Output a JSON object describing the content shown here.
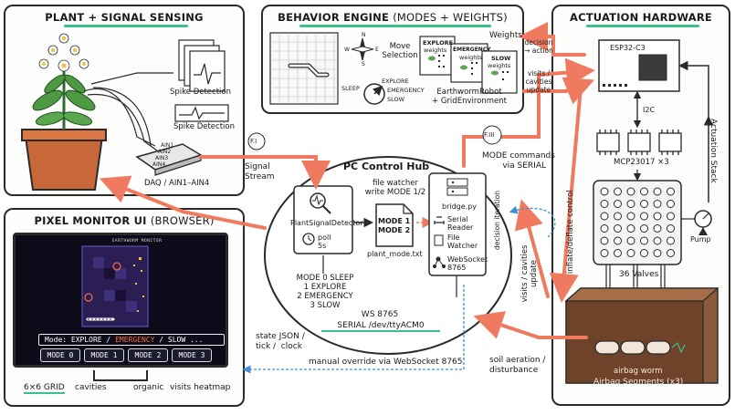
{
  "panels": {
    "plant": {
      "title": "PLANT + SIGNAL SENSING"
    },
    "behavior": {
      "title_bold": "BEHAVIOR ENGINE",
      "title_light": "(MODES + WEIGHTS)"
    },
    "actuation": {
      "title": "ACTUATION HARDWARE"
    },
    "monitor": {
      "title_bold": "PIXEL MONITOR UI",
      "title_light": "(BROWSER)"
    },
    "hub": {
      "title": "PC Control Hub"
    }
  },
  "plant": {
    "spike1": "Spike Detection",
    "spike2": "Spike Detection",
    "ain": [
      "AIN1",
      "AIN2",
      "AIN3",
      "AIN4"
    ],
    "daq": "DAQ / AIN1–AIN4"
  },
  "behavior": {
    "compass": {
      "n": "N",
      "w": "W",
      "e": "E",
      "s": "S"
    },
    "move_selection": "Move\nSelection",
    "weights": "Weights",
    "explore": "EXPLORE",
    "emergency": "EMERGENCY",
    "slow": "SLOW",
    "weights_small": "weights",
    "dial": {
      "sleep": "SLEEP",
      "explore": "EXPLORE",
      "emergency": "EMERGENCY",
      "slow": "SLOW"
    },
    "robot": "EarthwormRobot\n+ GridEnvironment"
  },
  "flows": {
    "decision_action": "decision\n→ action",
    "visits_update": "visits /\ncavities\nupdate",
    "signal_stream": "Signal\nStream",
    "fi": "F.I",
    "fiii": "F.III",
    "mode_commands": "MODE commands\nvia SERIAL",
    "decision_iteration": "decision iteration",
    "inflate_deflate": "inflate/deflate control",
    "visits_update_right": "visits / cavities\nupdate",
    "soil": "soil aeration /\ndisturbance",
    "state_json": "state JSON /\ntick /  clock",
    "manual_override": "manual override via WebSocket 8765",
    "actuation_stack": "Actuation Stack"
  },
  "hub": {
    "detector": "PlantSignalDetector",
    "poll": "poll\n5s",
    "file_watcher": "file watcher\nwrite MODE 1/2",
    "mode1": "MODE 1",
    "mode2": "MODE 2",
    "plant_mode": "plant_mode.txt",
    "bridge": "bridge.py",
    "serial_reader": "Serial\nReader",
    "file_watcher2": "File\nWatcher",
    "websocket": "WebSocket\n8765",
    "modes": [
      "MODE 0 SLEEP",
      "1 EXPLORE",
      "2 EMERGENCY",
      "3 SLOW"
    ],
    "ws": "WS 8765",
    "serial": "SERIAL /dev/ttyACM0"
  },
  "hardware": {
    "esp": "ESP32-C3",
    "i2c": "I2C",
    "mcp": "MCP23017 ×3",
    "valves": "36 Valves",
    "pump": "Pump",
    "worm": "airbag worm",
    "segments": "Airbag Segments (x3)"
  },
  "monitor": {
    "screen_title": "EARTHWORM MONITOR",
    "mode_prefix": "Mode: EXPLORE / ",
    "mode_em": "EMERGENCY",
    "mode_suffix": " / SLOW   ...",
    "buttons": [
      "MODE 0",
      "MODE 1",
      "MODE 2",
      "MODE 3"
    ],
    "footer": [
      "6×6 GRID",
      "cavities",
      "organic",
      "visits heatmap"
    ]
  },
  "colors": {
    "arrow": "#f07a5f",
    "accent": "#3dbf8a",
    "dashed": "#3d8fd9"
  }
}
